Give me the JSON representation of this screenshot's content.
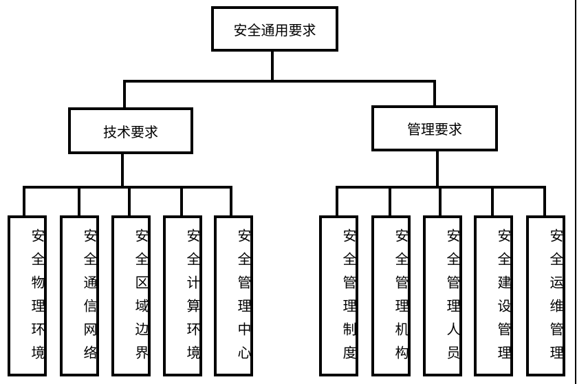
{
  "root": {
    "label": "安全通用要求"
  },
  "branches": [
    {
      "label": "技术要求",
      "children": [
        "安全物理环境",
        "安全通信网络",
        "安全区域边界",
        "安全计算环境",
        "安全管理中心"
      ]
    },
    {
      "label": "管理要求",
      "children": [
        "安全管理制度",
        "安全管理机构",
        "安全管理人员",
        "安全建设管理",
        "安全运维管理"
      ]
    }
  ]
}
